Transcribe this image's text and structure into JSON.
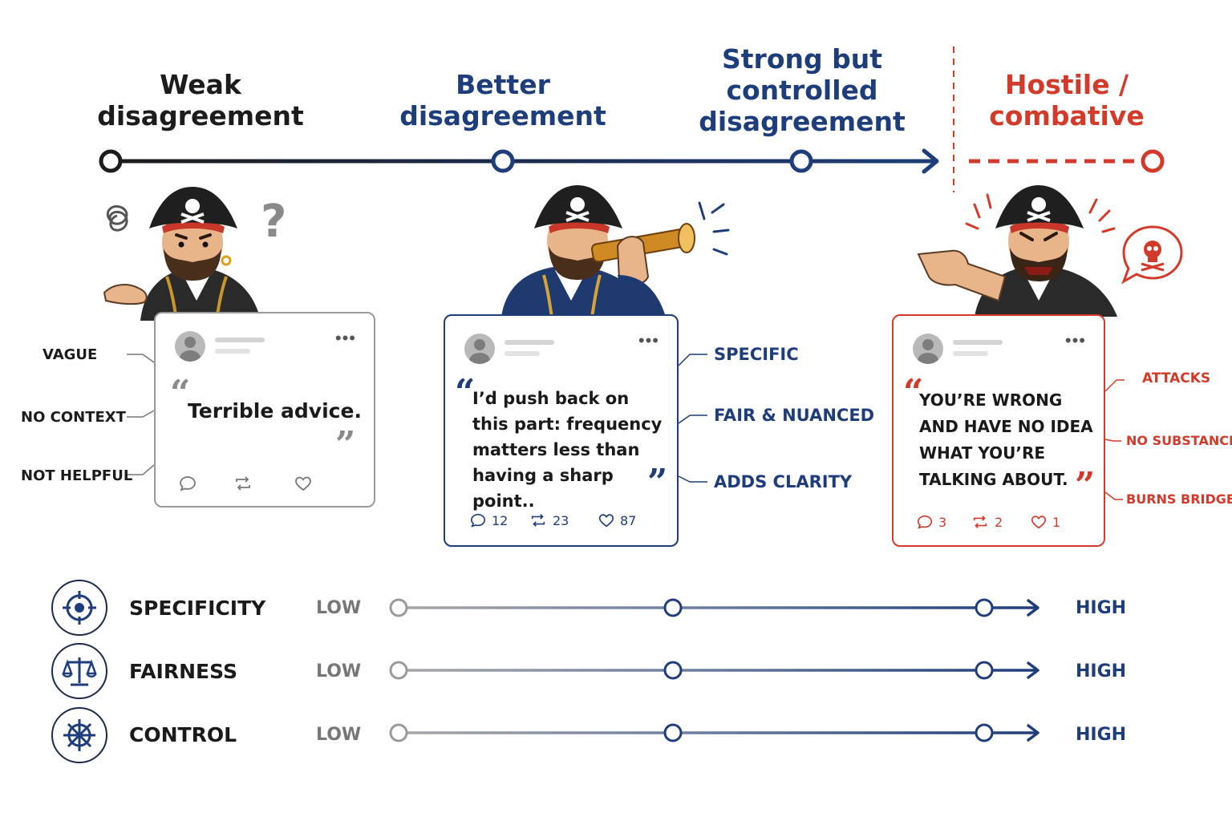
{
  "stages": [
    {
      "title": "Weak\ndisagreement",
      "color": "#1c1c1c"
    },
    {
      "title": "Better\ndisagreement",
      "color": "#1e3d7b"
    },
    {
      "title": "Strong but\ncontrolled\ndisagreement",
      "color": "#1e3d7b"
    },
    {
      "title": "Hostile /\ncombative",
      "color": "#d23a2a"
    }
  ],
  "cards": [
    {
      "text": "Terrible advice.",
      "counts": {
        "reply": "",
        "repost": "",
        "like": ""
      },
      "callouts": [
        "VAGUE",
        "NO CONTEXT",
        "NOT HELPFUL"
      ]
    },
    {
      "text": "I’d push back on\nthis part: frequency\nmatters less than\nhaving a sharp point..",
      "counts": {
        "reply": "12",
        "repost": "23",
        "like": "87"
      },
      "callouts": [
        "SPECIFIC",
        "FAIR & NUANCED",
        "ADDS CLARITY"
      ]
    },
    {
      "text": "YOU’RE WRONG\nAND HAVE NO IDEA\nWHAT YOU’RE\nTALKING ABOUT.",
      "counts": {
        "reply": "3",
        "repost": "2",
        "like": "1"
      },
      "callouts": [
        "ATTACKS",
        "NO SUBSTANCE",
        "BURNS BRIDGES"
      ]
    }
  ],
  "metrics": [
    {
      "label": "SPECIFICITY",
      "low": "LOW",
      "high": "HIGH",
      "icon": "target-icon"
    },
    {
      "label": "FAIRNESS",
      "low": "LOW",
      "high": "HIGH",
      "icon": "scales-icon"
    },
    {
      "label": "CONTROL",
      "low": "LOW",
      "high": "HIGH",
      "icon": "ship-wheel-icon"
    }
  ],
  "colors": {
    "dark": "#1c1c1c",
    "navy": "#1e3d7b",
    "red": "#d23a2a",
    "gray": "#8a8a8a"
  },
  "icons": [
    "pirate-confused-icon",
    "pirate-spyglass-icon",
    "pirate-angry-icon",
    "skull-speech-icon",
    "question-mark-icon",
    "scribble-icon"
  ]
}
